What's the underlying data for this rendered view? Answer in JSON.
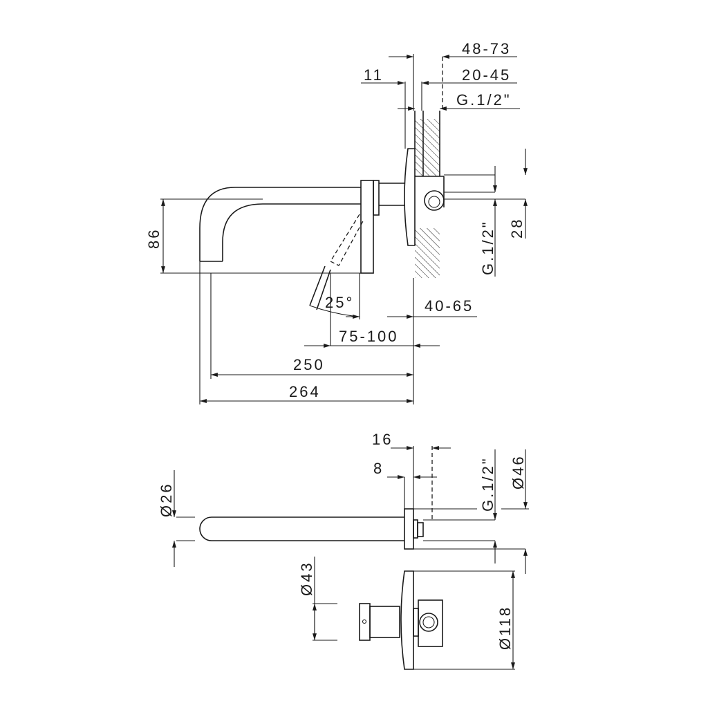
{
  "drawing": {
    "top_view": {
      "dims": {
        "d48_73": "48-73",
        "d11": "11",
        "d20_45": "20-45",
        "g_top": "G.1/2\"",
        "d86": "86",
        "g_side": "G.1/2\"",
        "d28": "28",
        "angle": "25°",
        "d40_65": "40-65",
        "d75_100": "75-100",
        "d250": "250",
        "d264": "264"
      }
    },
    "side_view": {
      "dims": {
        "d16": "16",
        "d8": "8",
        "dia26": "Ø26",
        "g_side": "G.1/2\"",
        "dia46": "Ø46"
      }
    },
    "front_view": {
      "dims": {
        "dia43": "Ø43",
        "dia118": "Ø118"
      }
    }
  }
}
